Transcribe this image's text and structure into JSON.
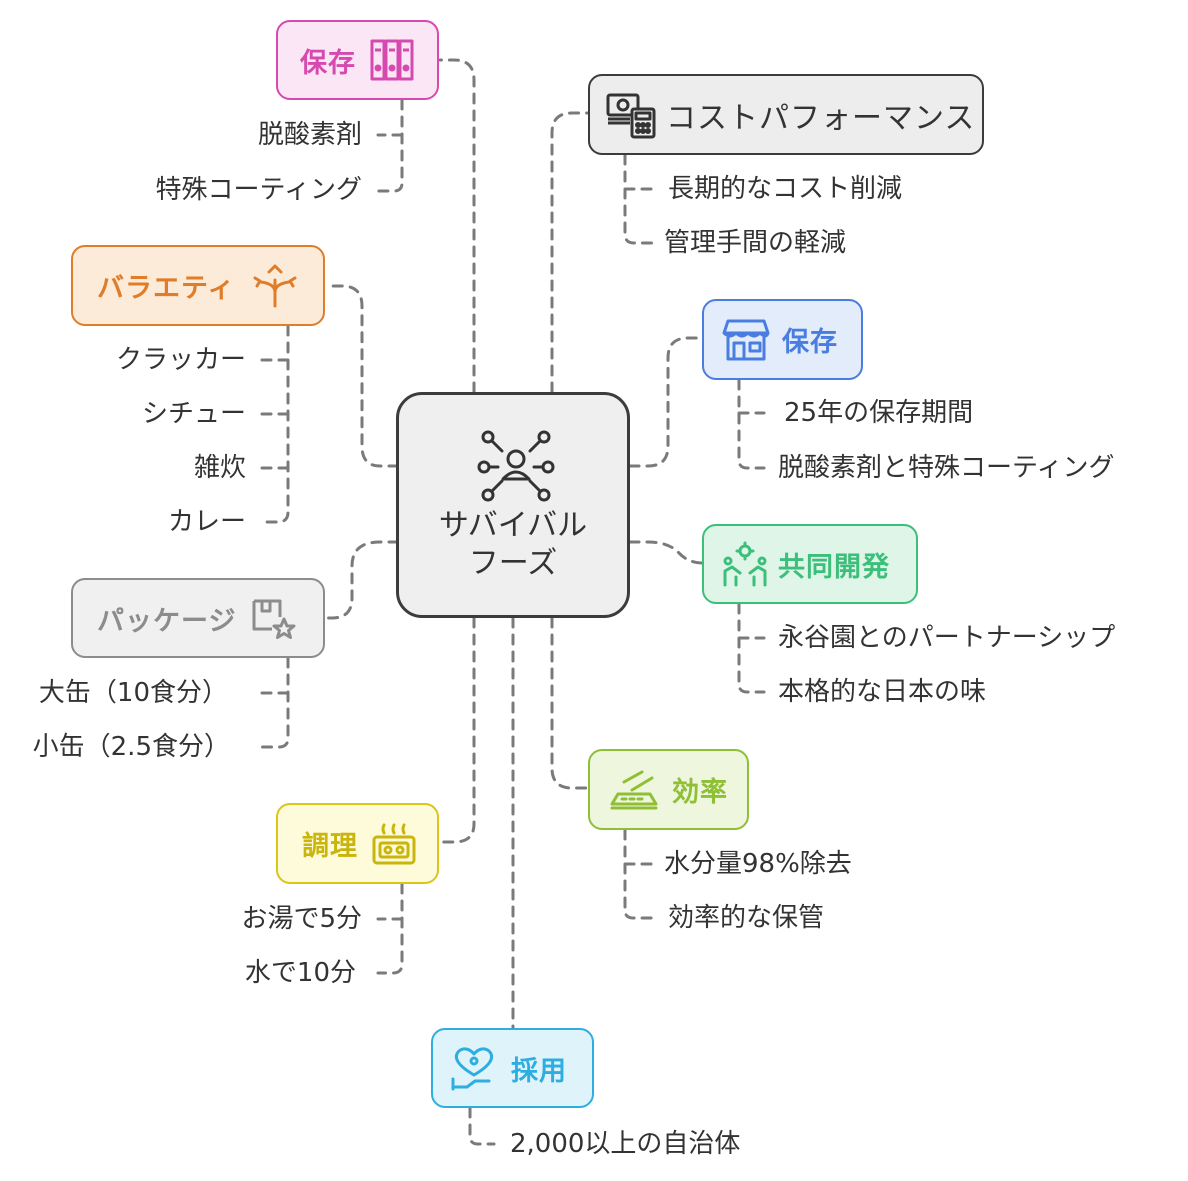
{
  "center": {
    "line1": "サバイバル",
    "line2": "フーズ"
  },
  "branches": {
    "storage_left": {
      "label": "保存",
      "icon": "file-cabinet-icon",
      "color": "#d64ab0",
      "bg": "#fbe6f5",
      "items": [
        "脱酸素剤",
        "特殊コーティング"
      ]
    },
    "variety": {
      "label": "バラエティ",
      "icon": "branching-arrows-icon",
      "color": "#e07d2a",
      "bg": "#fdebd9",
      "items": [
        "クラッカー",
        "シチュー",
        "雑炊",
        "カレー"
      ]
    },
    "package": {
      "label": "パッケージ",
      "icon": "package-star-icon",
      "color": "#8c8c8c",
      "bg": "#f0f0f0",
      "items": [
        "大缶（10食分）",
        "小缶（2.5食分）"
      ]
    },
    "cooking": {
      "label": "調理",
      "icon": "cooking-pot-icon",
      "color": "#d9c619",
      "bg": "#fdfbd9",
      "items": [
        "お湯で5分",
        "水で10分"
      ]
    },
    "adoption": {
      "label": "採用",
      "icon": "heart-hand-icon",
      "color": "#2eaee0",
      "bg": "#dff3fb",
      "items": [
        "2,000以上の自治体"
      ]
    },
    "efficiency": {
      "label": "効率",
      "icon": "stack-arrow-icon",
      "color": "#8fbf35",
      "bg": "#eef6de",
      "items": [
        "水分量98%除去",
        "効率的な保管"
      ]
    },
    "codevelop": {
      "label": "共同開発",
      "icon": "collaboration-icon",
      "color": "#3bbf7a",
      "bg": "#dff5e8",
      "items": [
        "永谷園とのパートナーシップ",
        "本格的な日本の味"
      ]
    },
    "storage_right": {
      "label": "保存",
      "icon": "storefront-icon",
      "color": "#4a7de0",
      "bg": "#e3ecfb",
      "items": [
        "25年の保存期間",
        "脱酸素剤と特殊コーティング"
      ]
    },
    "cost": {
      "label": "コストパフォーマンス",
      "icon": "money-calculator-icon",
      "color": "#3c3c3c",
      "bg": "#ededed",
      "items": [
        "長期的なコスト削減",
        "管理手間の軽減"
      ]
    }
  }
}
